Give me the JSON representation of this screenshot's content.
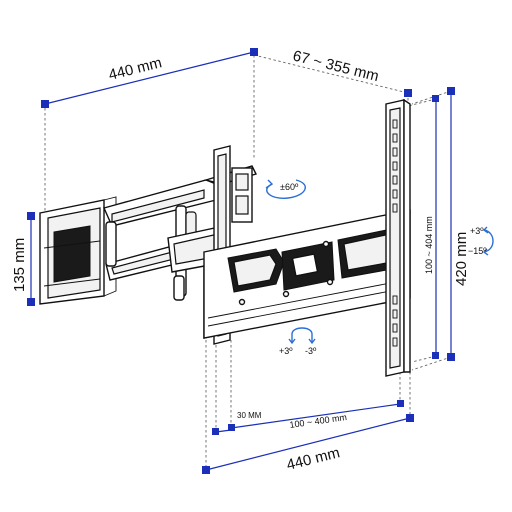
{
  "dimensions": {
    "top_width": "440 mm",
    "depth_range": "67 ~ 355 mm",
    "left_height": "135 mm",
    "right_height": "420 mm",
    "vesa_vertical": "100 ~ 404 mm",
    "vesa_horizontal": "100 ~ 400 mm",
    "bottom_width": "440 mm",
    "offset": "30 MM"
  },
  "rotation": {
    "swivel": "±60º"
  },
  "tilt": {
    "up": "+3º",
    "down": "-3º"
  },
  "level": {
    "up": "+3º",
    "down": "−15º"
  },
  "colors": {
    "dimension_line": "#1b2fb8",
    "rotation_arrow": "#2a6fd6"
  }
}
